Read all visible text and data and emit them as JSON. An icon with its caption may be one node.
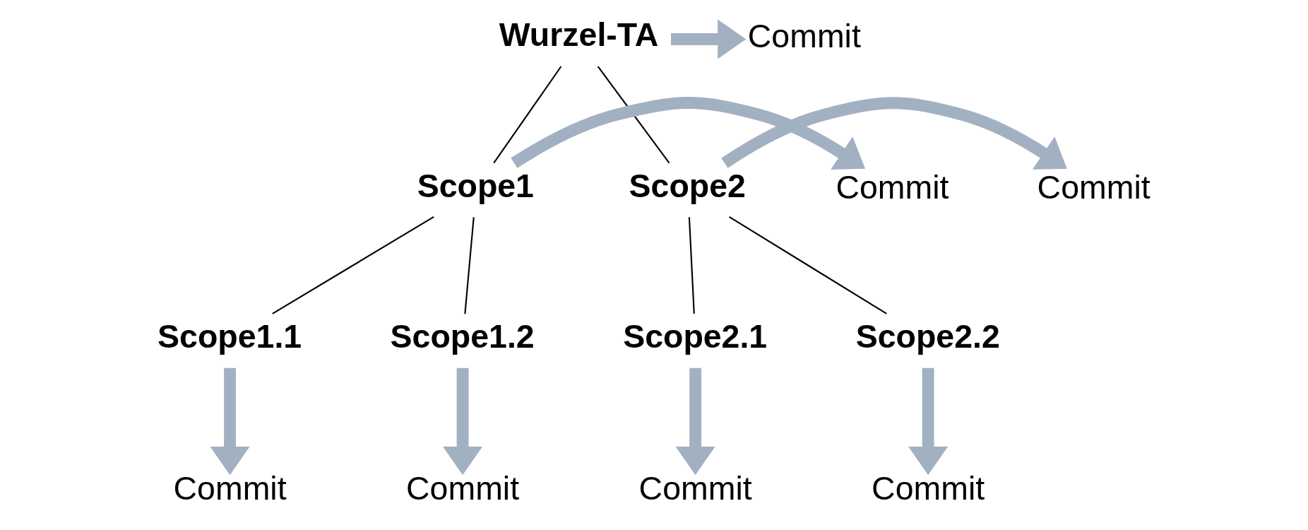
{
  "diagram": {
    "nodes": [
      {
        "text": [
          "Wurzel-TA"
        ]
      },
      {
        "text": [
          "Scope1"
        ]
      },
      {
        "text": [
          "Scope2"
        ]
      },
      {
        "text": [
          "Scope1.1"
        ]
      },
      {
        "text": [
          "Scope1.2"
        ]
      },
      {
        "text": [
          "Scope2.1"
        ]
      },
      {
        "text": [
          "Scope2.2"
        ]
      },
      {
        "text": [
          "Commit"
        ]
      },
      {
        "text": [
          "Commit"
        ]
      },
      {
        "text": [
          "Commit"
        ]
      },
      {
        "text": [
          "Commit"
        ]
      },
      {
        "text": [
          "Commit"
        ]
      },
      {
        "text": [
          "Commit"
        ]
      },
      {
        "text": [
          "Commit"
        ]
      }
    ],
    "edges": [
      {
        "from": 0,
        "to": 1,
        "arrow": "none",
        "color": "#000000"
      },
      {
        "from": 0,
        "to": 2,
        "arrow": "none",
        "color": "#000000"
      },
      {
        "from": 1,
        "to": 3,
        "arrow": "none",
        "color": "#000000"
      },
      {
        "from": 1,
        "to": 4,
        "arrow": "none",
        "color": "#000000"
      },
      {
        "from": 2,
        "to": 5,
        "arrow": "none",
        "color": "#000000"
      },
      {
        "from": 2,
        "to": 6,
        "arrow": "none",
        "color": "#000000"
      },
      {
        "from": 0,
        "to": 7,
        "arrow": "to"
      },
      {
        "from": 1,
        "to": 8,
        "arrow": "to"
      },
      {
        "from": 2,
        "to": 9,
        "arrow": "to"
      },
      {
        "from": 3,
        "to": 10,
        "arrow": "to"
      },
      {
        "from": 4,
        "to": 11,
        "arrow": "to"
      },
      {
        "from": 5,
        "to": 12,
        "arrow": "to"
      },
      {
        "from": 6,
        "to": 13,
        "arrow": "to"
      }
    ]
  }
}
